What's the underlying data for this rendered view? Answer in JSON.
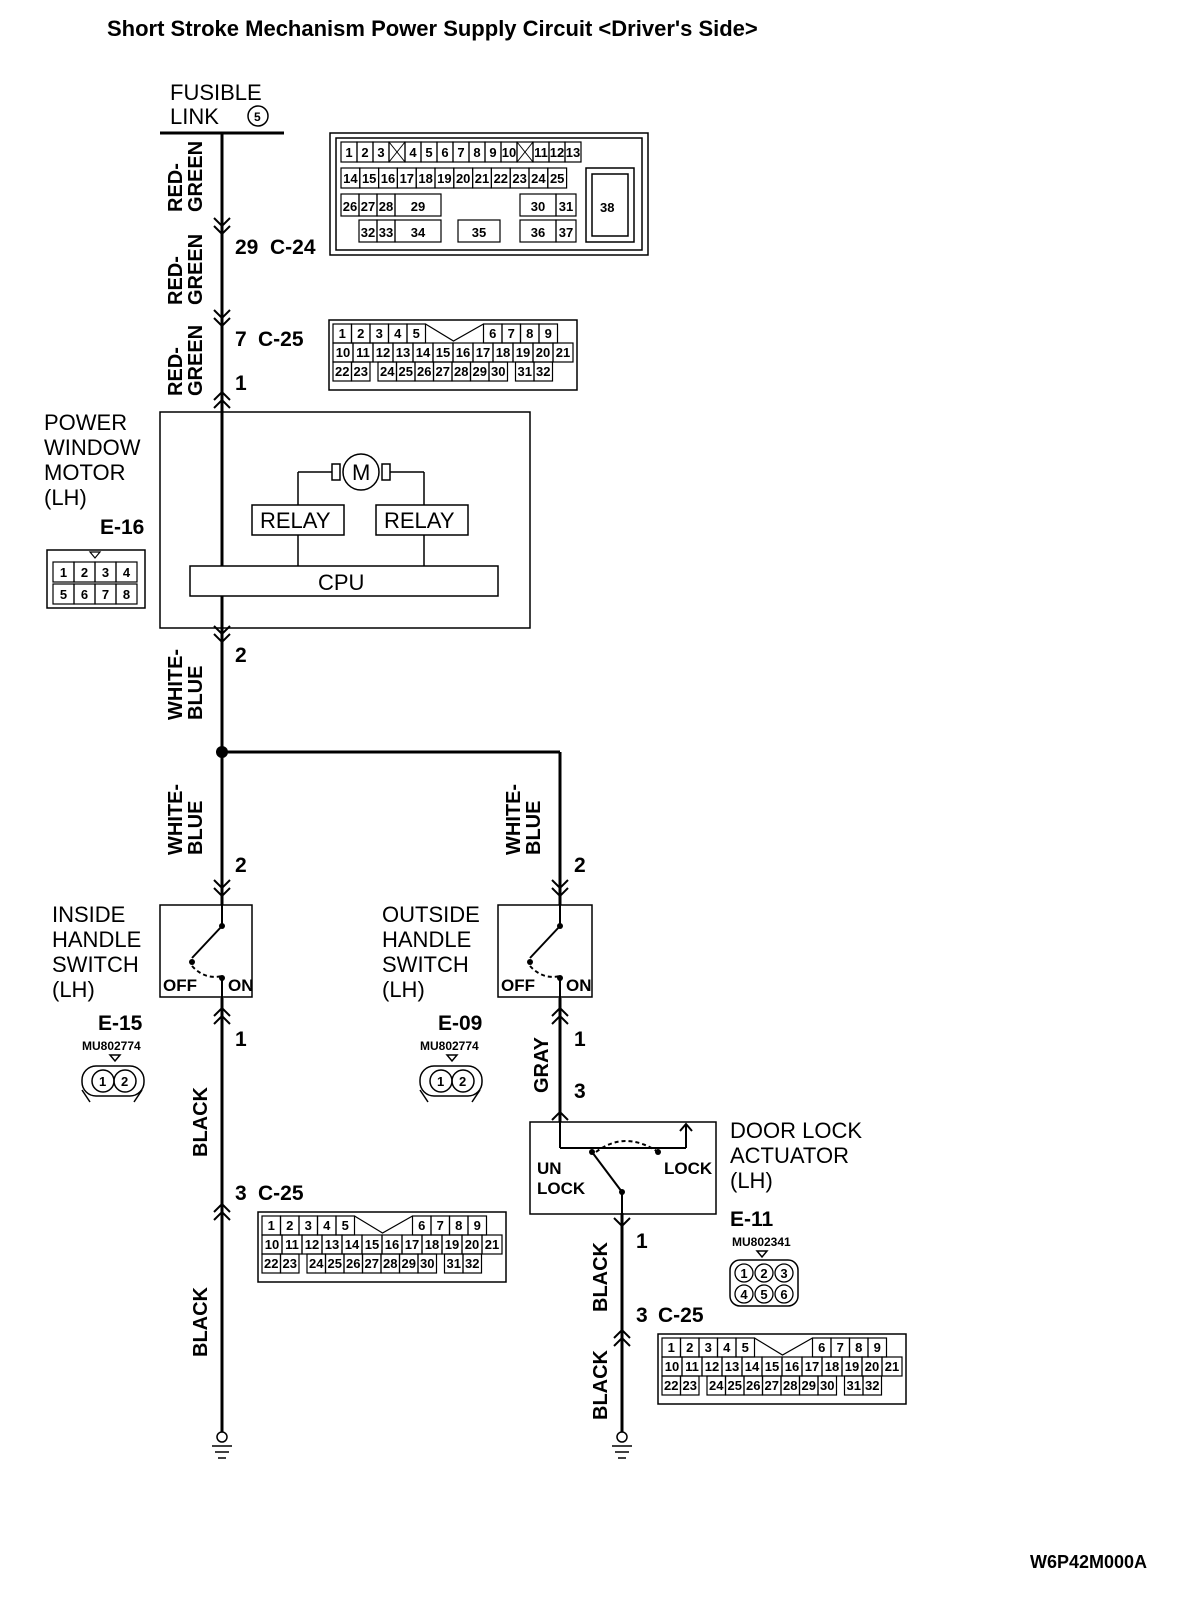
{
  "title": "Short Stroke Mechanism Power Supply Circuit <Driver's Side>",
  "fusible_link": {
    "line1": "FUSIBLE",
    "line2": "LINK",
    "number": "5"
  },
  "wire_colors": {
    "red": "RED-",
    "green": "GREEN",
    "white": "WHITE-",
    "blue": "BLUE",
    "gray": "GRAY",
    "black": "BLACK"
  },
  "pins": {
    "c24_top": "29",
    "c24_top_conn": "C-24",
    "c25_top": "7",
    "c25_top_conn": "C-25",
    "motor_in": "1",
    "motor_out": "2",
    "inside_in": "2",
    "outside_in": "2",
    "inside_out": "1",
    "outside_out": "1",
    "actuator_in": "3",
    "actuator_out": "1",
    "ground_left": "3",
    "ground_left_conn": "C-25",
    "ground_right": "3",
    "ground_right_conn": "C-25"
  },
  "components": {
    "motor": {
      "name_lines": [
        "POWER",
        "WINDOW",
        "MOTOR",
        "(LH)"
      ],
      "connector": "E-16",
      "relay1": "RELAY",
      "relay2": "RELAY",
      "cpu": "CPU",
      "motor_symbol": "M",
      "conn_cells": [
        "1",
        "2",
        "3",
        "4",
        "5",
        "6",
        "7",
        "8"
      ]
    },
    "inside_switch": {
      "name_lines": [
        "INSIDE",
        "HANDLE",
        "SWITCH",
        "(LH)"
      ],
      "connector": "E-15",
      "part": "MU802774",
      "off": "OFF",
      "on": "ON",
      "pins": [
        "1",
        "2"
      ]
    },
    "outside_switch": {
      "name_lines": [
        "OUTSIDE",
        "HANDLE",
        "SWITCH",
        "(LH)"
      ],
      "connector": "E-09",
      "part": "MU802774",
      "off": "OFF",
      "on": "ON",
      "pins": [
        "1",
        "2"
      ]
    },
    "actuator": {
      "name_lines": [
        "DOOR LOCK",
        "ACTUATOR",
        "(LH)"
      ],
      "connector": "E-11",
      "part": "MU802341",
      "unlock_lines": [
        "UN",
        "LOCK"
      ],
      "lock": "LOCK",
      "pins": [
        "1",
        "2",
        "3",
        "4",
        "5",
        "6"
      ]
    }
  },
  "c24_connector": {
    "rows": [
      [
        "1",
        "2",
        "3",
        "X",
        "4",
        "5",
        "6",
        "7",
        "8",
        "9",
        "10",
        "X",
        "11",
        "12",
        "13"
      ],
      [
        "14",
        "15",
        "16",
        "17",
        "18",
        "19",
        "20",
        "21",
        "22",
        "23",
        "24",
        "25"
      ],
      [
        "26",
        "27",
        "28",
        "29",
        "30",
        "31"
      ],
      [
        "32",
        "33",
        "34",
        "35",
        "36",
        "37"
      ]
    ],
    "big_pin": "38"
  },
  "c25_connector": {
    "row1": [
      "1",
      "2",
      "3",
      "4",
      "5",
      "6",
      "7",
      "8",
      "9"
    ],
    "row2": [
      "10",
      "11",
      "12",
      "13",
      "14",
      "15",
      "16",
      "17",
      "18",
      "19",
      "20",
      "21"
    ],
    "row3": [
      "22",
      "23",
      "24",
      "25",
      "26",
      "27",
      "28",
      "29",
      "30",
      "31",
      "32"
    ]
  },
  "figure_code": "W6P42M000A"
}
